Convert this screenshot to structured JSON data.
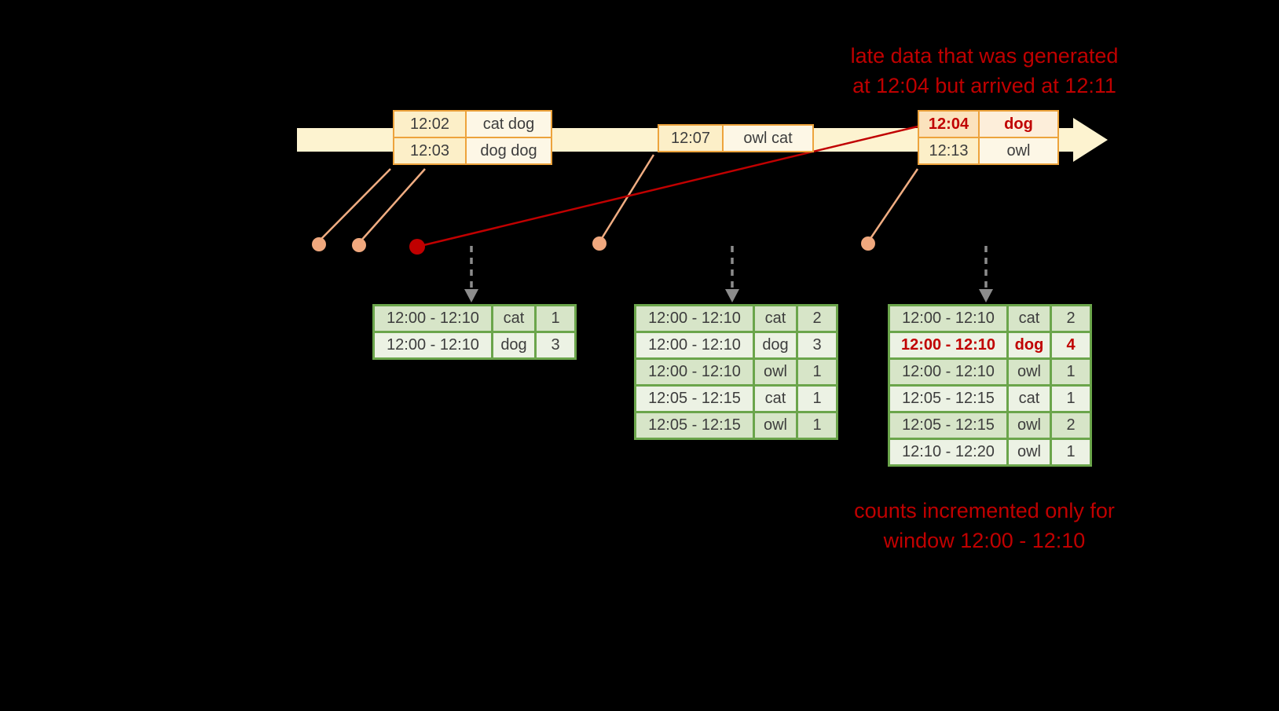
{
  "annotations": {
    "late_data_note": {
      "line1": "late data that was generated",
      "line2": "at 12:04 but arrived at 12:11"
    },
    "counts_note": {
      "line1": "counts incremented only for",
      "line2": "window 12:00 - 12:10"
    }
  },
  "timeline": {
    "event_tables": {
      "t1": {
        "rows": [
          {
            "time": "12:02",
            "words": "cat dog"
          },
          {
            "time": "12:03",
            "words": "dog dog"
          }
        ]
      },
      "t2": {
        "rows": [
          {
            "time": "12:07",
            "words": "owl cat"
          }
        ]
      },
      "t3": {
        "rows": [
          {
            "time": "12:04",
            "words": "dog",
            "late": true
          },
          {
            "time": "12:13",
            "words": "owl"
          }
        ]
      }
    }
  },
  "result_tables": {
    "t1": {
      "rows": [
        {
          "window": "12:00 - 12:10",
          "word": "cat",
          "count": "1"
        },
        {
          "window": "12:00 - 12:10",
          "word": "dog",
          "count": "3"
        }
      ]
    },
    "t2": {
      "rows": [
        {
          "window": "12:00 - 12:10",
          "word": "cat",
          "count": "2"
        },
        {
          "window": "12:00 - 12:10",
          "word": "dog",
          "count": "3"
        },
        {
          "window": "12:00 - 12:10",
          "word": "owl",
          "count": "1"
        },
        {
          "window": "12:05 - 12:15",
          "word": "cat",
          "count": "1"
        },
        {
          "window": "12:05 - 12:15",
          "word": "owl",
          "count": "1"
        }
      ]
    },
    "t3": {
      "rows": [
        {
          "window": "12:00 - 12:10",
          "word": "cat",
          "count": "2"
        },
        {
          "window": "12:00 - 12:10",
          "word": "dog",
          "count": "4",
          "highlight": true
        },
        {
          "window": "12:00 - 12:10",
          "word": "owl",
          "count": "1"
        },
        {
          "window": "12:05 - 12:15",
          "word": "cat",
          "count": "1"
        },
        {
          "window": "12:05 - 12:15",
          "word": "owl",
          "count": "2"
        },
        {
          "window": "12:10 - 12:20",
          "word": "owl",
          "count": "1"
        }
      ]
    }
  },
  "colors": {
    "background": "#000000",
    "timeline_fill": "#fdf3d0",
    "event_table_border": "#eda33c",
    "event_cell_time": "#fcefc8",
    "event_cell_words": "#fdf7e6",
    "late_cell_time": "#fbe2bd",
    "late_cell_words": "#fdeeda",
    "result_table_border": "#6ba54b",
    "result_row_dark": "#d7e5c8",
    "result_row_light": "#ecf2e4",
    "accent_red": "#c00000",
    "dot_peach": "#f0a87e",
    "arrow_gray": "#8c8c8c",
    "text_dark": "#3d3d3d"
  }
}
